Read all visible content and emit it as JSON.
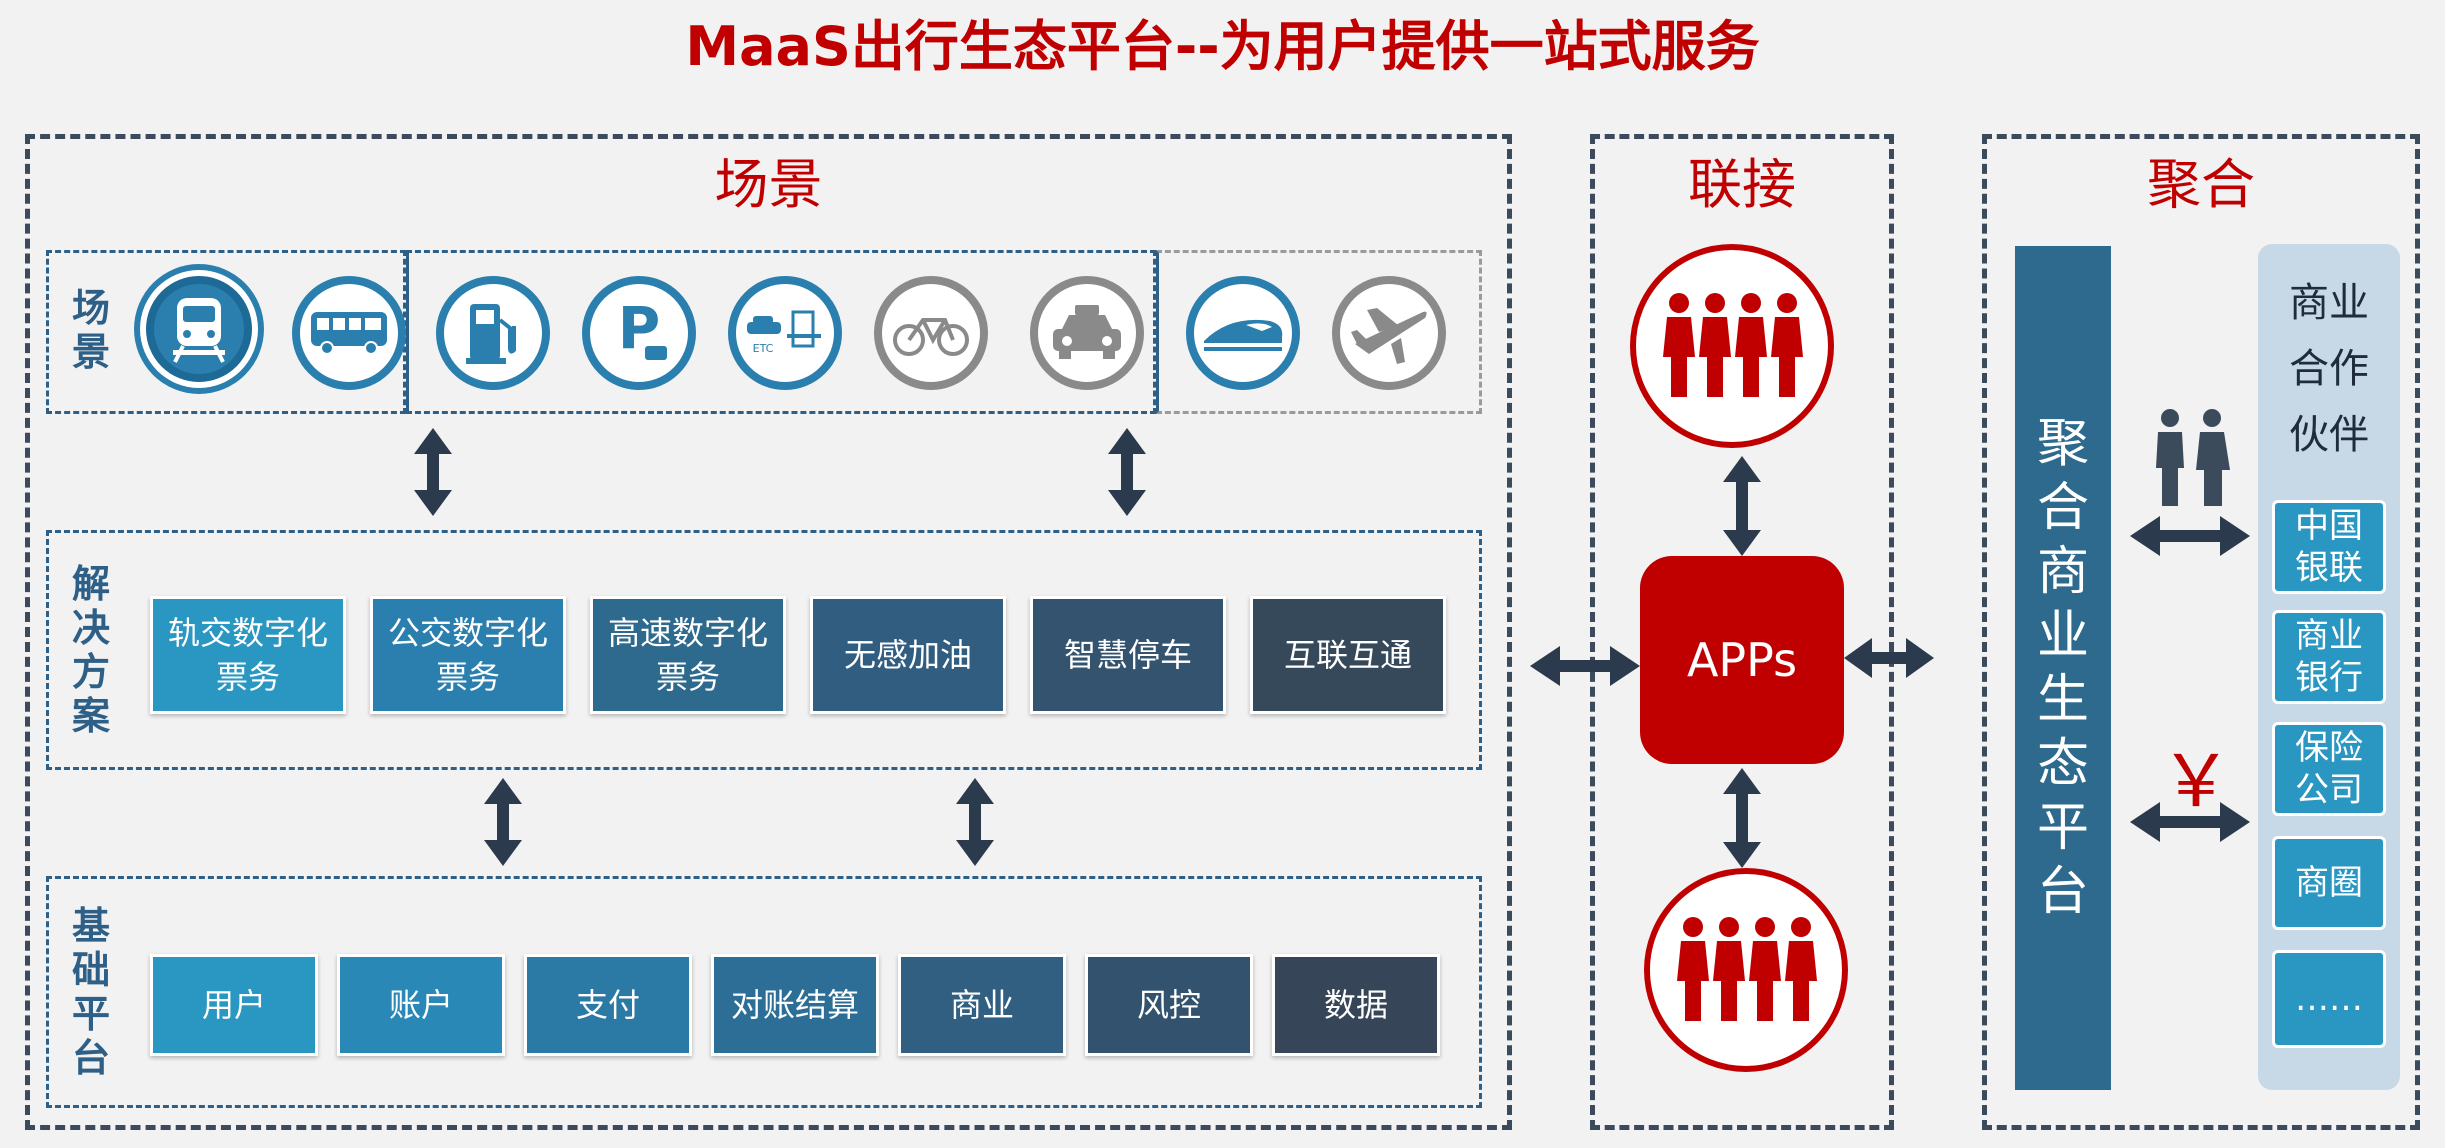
{
  "title": "MaaS出行生态平台--为用户提供一站式服务",
  "panels": {
    "scene": "场景",
    "connect": "联接",
    "aggregate": "聚合"
  },
  "rows": {
    "scene_label": "场景",
    "solution_label": "解决方案",
    "base_label": "基础平台"
  },
  "scene_icons": [
    "metro-icon",
    "bus-icon",
    "gas-station-icon",
    "parking-icon",
    "etc-toll-icon",
    "bicycle-icon",
    "taxi-icon",
    "high-speed-train-icon",
    "airplane-icon"
  ],
  "solutions": [
    "轨交数字化票务",
    "公交数字化票务",
    "高速数字化票务",
    "无感加油",
    "智慧停车",
    "互联互通"
  ],
  "solution_lines": [
    [
      "轨交数字化",
      "票务"
    ],
    [
      "公交数字化",
      "票务"
    ],
    [
      "高速数字化",
      "票务"
    ],
    [
      "无感加油"
    ],
    [
      "智慧停车"
    ],
    [
      "互联互通"
    ]
  ],
  "solution_colors": [
    "#2a96c2",
    "#2a7fae",
    "#2e6a8e",
    "#305d80",
    "#34536f",
    "#36495b"
  ],
  "base": [
    "用户",
    "账户",
    "支付",
    "对账结算",
    "商业",
    "风控",
    "数据"
  ],
  "base_colors": [
    "#2a96c2",
    "#2a88b6",
    "#2b7aa6",
    "#2d6e97",
    "#305f82",
    "#33526d",
    "#364658"
  ],
  "apps_label": "APPs",
  "aggregate_platform": "聚合商业生态平台",
  "partners": {
    "title": "商业合作伙伴",
    "items": [
      "中国银联",
      "商业银行",
      "保险公司",
      "商圈",
      "……"
    ]
  },
  "yen_symbol": "￥",
  "colors": {
    "red": "#c00000",
    "dark_blue": "#2e5f86",
    "navy": "#2b3a4c"
  }
}
